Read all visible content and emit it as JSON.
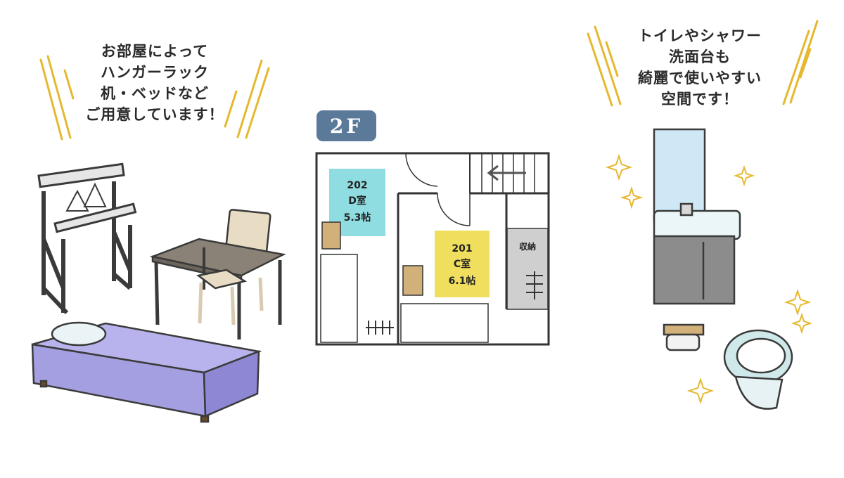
{
  "left_caption": {
    "lines": [
      "お部屋によって",
      "ハンガーラック",
      "机・ベッドなど",
      "ご用意しています！"
    ]
  },
  "right_caption": {
    "lines": [
      "トイレやシャワー",
      "洗面台も",
      "綺麗で使いやすい",
      "空間です！"
    ]
  },
  "floor": {
    "label": "2F",
    "rooms": [
      {
        "number": "202",
        "name": "D室",
        "size": "5.3帖",
        "color": "#8fdde0"
      },
      {
        "number": "201",
        "name": "C室",
        "size": "6.1帖",
        "color": "#f0df5e"
      }
    ],
    "storage_label": "収納"
  },
  "colors": {
    "badge": "#5b7a9a",
    "bed": "#a49fe0",
    "table_top": "#8a8276",
    "sink_cabinet": "#8c8c8c",
    "accent_sparkle": "#f3e38a",
    "accent_lines": "#e6b830"
  }
}
